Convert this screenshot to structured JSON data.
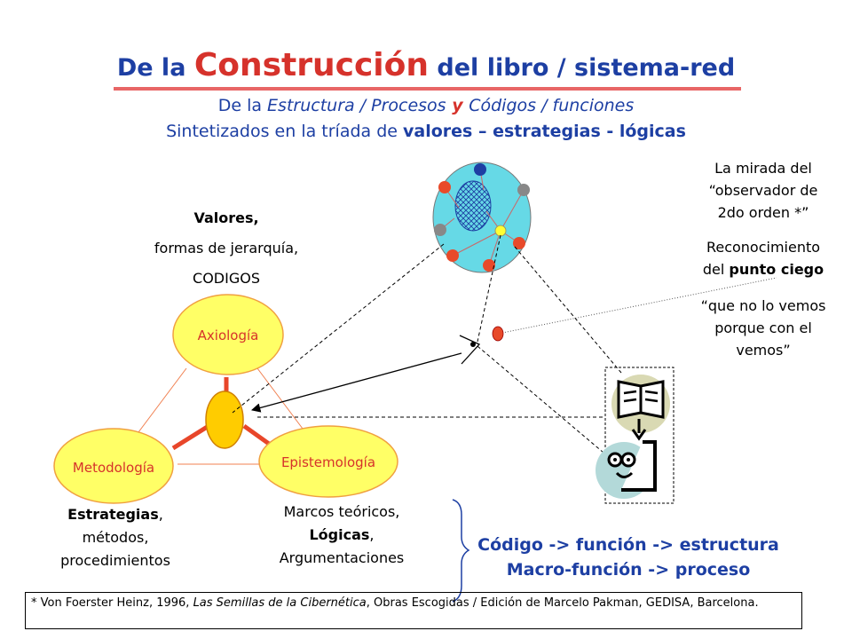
{
  "title": {
    "part1": "De la ",
    "part2": "Construcción",
    "part3": " del libro / sistema-red"
  },
  "subtitle": {
    "line1_a": "De la ",
    "line1_b": "Estructura / Procesos",
    "line1_c": " y ",
    "line1_d": "Códigos / funciones",
    "line2_a": "Sintetizados en la tríada de ",
    "line2_b": "valores – estrategias - lógicas"
  },
  "triad": {
    "top": "Axiología",
    "left": "Metodología",
    "right": "Epistemología"
  },
  "values_text": {
    "line1": "Valores,",
    "line2": "formas de jerarquía,",
    "line3": "CODIGOS"
  },
  "strategies_text": {
    "line1": "Estrategias",
    "line1_tail": ",",
    "line2": "métodos,",
    "line3": "procedimientos"
  },
  "frameworks_text": {
    "line1": "Marcos teóricos,",
    "line2": "Lógicas",
    "line2_tail": ",",
    "line3": "Argumentaciones"
  },
  "observer": {
    "line1": "La mirada del",
    "line2": "“observador de",
    "line3": "2do orden *”"
  },
  "blind_spot": {
    "line1": "Reconocimiento",
    "line2a": "del ",
    "line2b": "punto ciego"
  },
  "quote": {
    "line1": "“que no lo vemos",
    "line2": "porque con el",
    "line3": "vemos”"
  },
  "code_line": {
    "line1": "Código -> función -> estructura",
    "line2": "Macro-función -> proceso"
  },
  "footnote": {
    "a": "* Von Foerster Heinz, 1996, ",
    "b": "Las Semillas de la Cibernética",
    "c": ", Obras Escogidas / Edición de Marcelo Pakman, GEDISA, Barcelona."
  },
  "colors": {
    "title_blue": "#1d3fa3",
    "accent_red": "#d6322b",
    "triad_fill": "#ffff66",
    "hub_fill": "#ffcc00",
    "network_fill": "#66d9e6"
  }
}
